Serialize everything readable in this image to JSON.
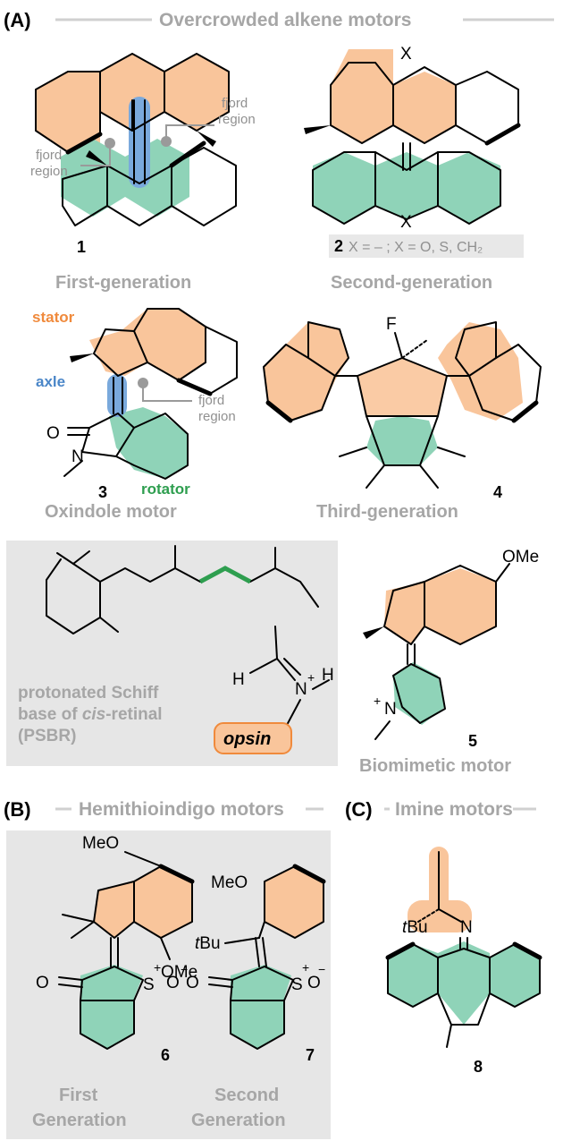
{
  "sections": {
    "a": {
      "letter": "(A)",
      "title": "Overcrowded alkene motors"
    },
    "b": {
      "letter": "(B)",
      "title": "Hemithioindigo motors"
    },
    "c": {
      "letter": "(C)",
      "title": "Imine motors"
    }
  },
  "compounds": {
    "c1": {
      "number": "1",
      "caption": "First-generation",
      "fjord1": "fjord",
      "fjord2": "region",
      "fjord3": "fjord",
      "fjord4": "region"
    },
    "c2": {
      "number": "2",
      "formula": "X = – ; X = O, S, CH₂",
      "x": "X"
    },
    "c2cap": "Second-generation",
    "c3": {
      "number": "3",
      "caption": "Oxindole motor",
      "stator": "stator",
      "axle": "axle",
      "rotator": "rotator",
      "fjord": "fjord",
      "region": "region",
      "o": "O",
      "n": "N"
    },
    "c4": {
      "number": "4",
      "caption": "Third-generation",
      "f": "F"
    },
    "psbr": {
      "line1": "protonated Schiff",
      "line2a": "base of ",
      "line2b": "cis",
      "line2c": "-retinal",
      "line3": "(PSBR)",
      "h1": "H",
      "h2": "H",
      "n": "N",
      "plus": "+",
      "opsin": "opsin"
    },
    "c5": {
      "number": "5",
      "caption": "Biomimetic motor",
      "ome": "OMe",
      "n": "N",
      "plus": "+"
    },
    "c6": {
      "number": "6",
      "cap1": "First",
      "cap2": "Generation",
      "meo": "MeO",
      "ome": "OMe",
      "o": "O",
      "s": "S",
      "plus": "+",
      "om": "O",
      "minus": "−"
    },
    "c7": {
      "number": "7",
      "cap1": "Second",
      "cap2": "Generation",
      "meo": "MeO",
      "tbu_t": "t",
      "tbu": "Bu",
      "o": "O",
      "s": "S",
      "plus": "+",
      "om": "O",
      "minus": "−"
    },
    "c8": {
      "number": "8",
      "tbu_t": "t",
      "tbu": "Bu",
      "n": "N"
    }
  },
  "colors": {
    "stator": "#f9c59b",
    "rotator": "#8fd3b8",
    "axle": "#7aa9dc",
    "stator_label": "#f08a3c",
    "axle_label": "#4a86c8",
    "rotator_label": "#2e9e4f",
    "panel": "#e6e6e6"
  }
}
